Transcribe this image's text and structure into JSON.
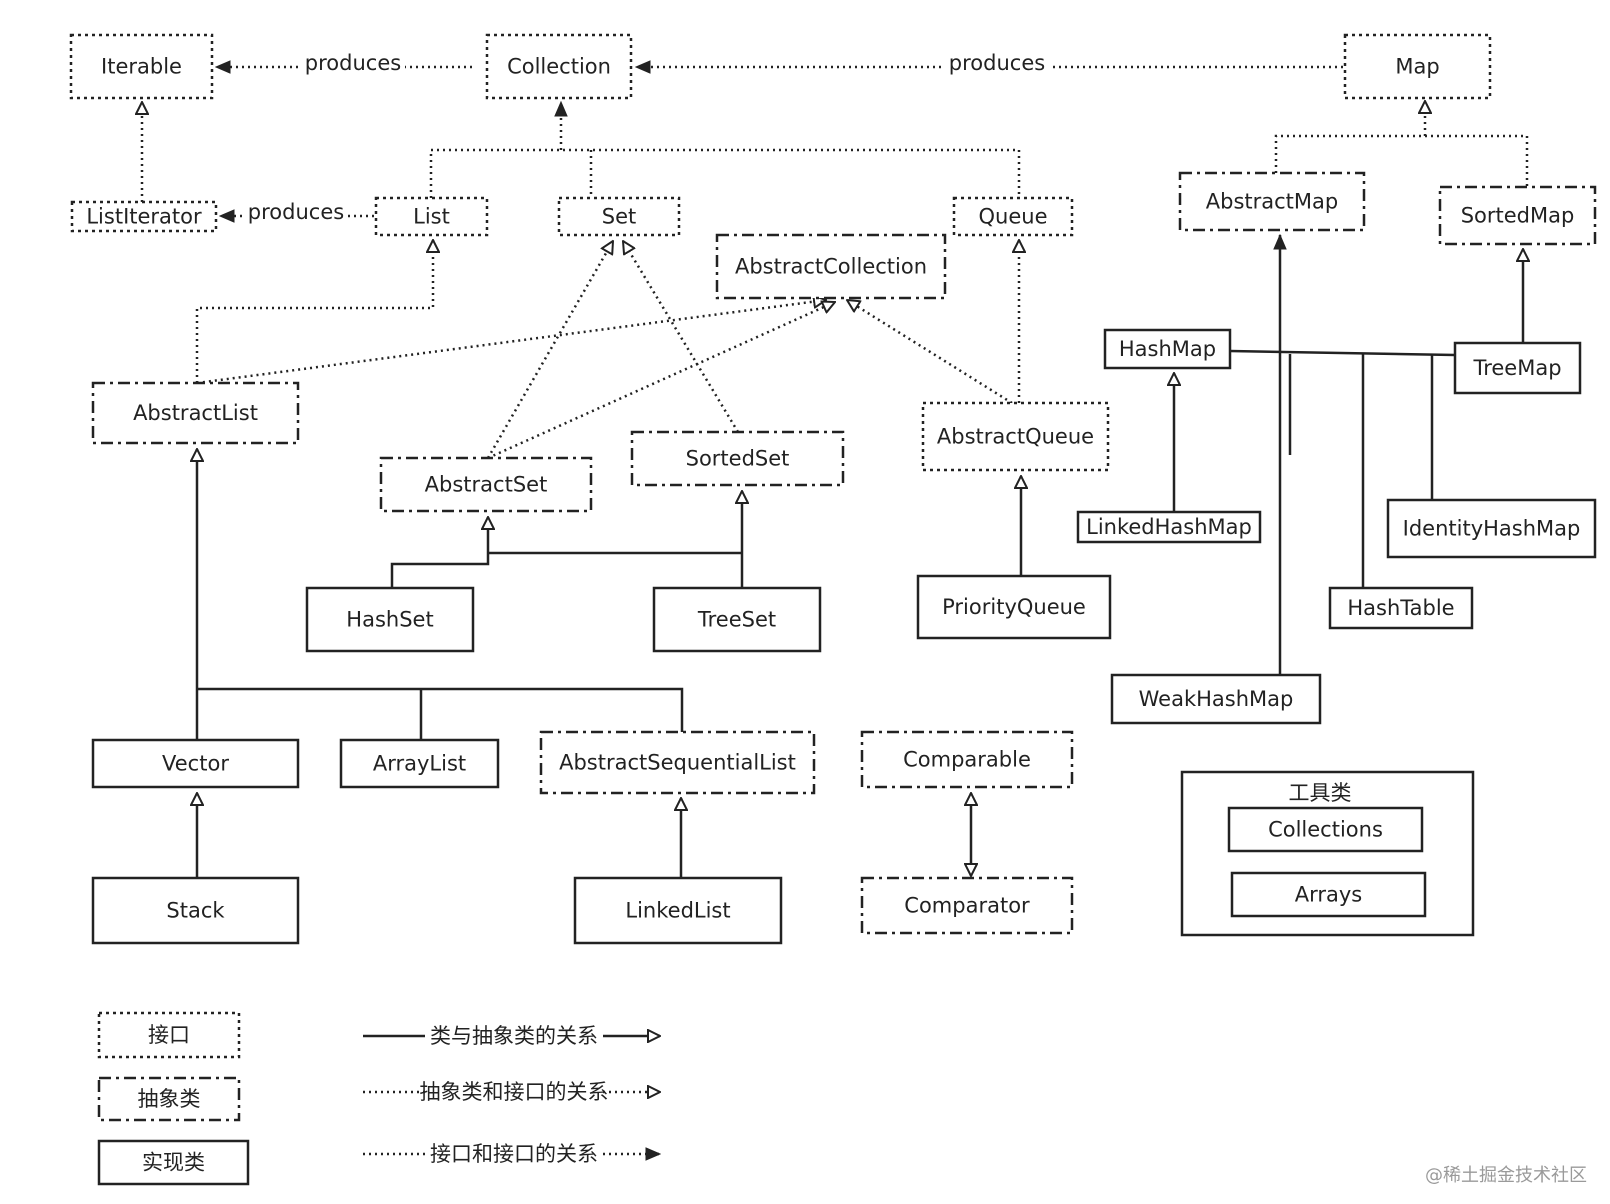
{
  "nodes": {
    "iterable": {
      "label": "Iterable",
      "kind": "interface"
    },
    "collection": {
      "label": "Collection",
      "kind": "interface"
    },
    "map": {
      "label": "Map",
      "kind": "interface"
    },
    "listiterator": {
      "label": "ListIterator",
      "kind": "interface"
    },
    "list": {
      "label": "List",
      "kind": "interface"
    },
    "set": {
      "label": "Set",
      "kind": "interface"
    },
    "queue": {
      "label": "Queue",
      "kind": "interface"
    },
    "abstractcollection": {
      "label": "AbstractCollection",
      "kind": "abstract"
    },
    "abstractmap": {
      "label": "AbstractMap",
      "kind": "abstract"
    },
    "sortedmap": {
      "label": "SortedMap",
      "kind": "abstract"
    },
    "hashmap": {
      "label": "HashMap",
      "kind": "class"
    },
    "treemap": {
      "label": "TreeMap",
      "kind": "class"
    },
    "abstractlist": {
      "label": "AbstractList",
      "kind": "abstract"
    },
    "abstractset": {
      "label": "AbstractSet",
      "kind": "abstract"
    },
    "sortedset": {
      "label": "SortedSet",
      "kind": "abstract"
    },
    "abstractqueue": {
      "label": "AbstractQueue",
      "kind": "interface"
    },
    "linkedhashmap": {
      "label": "LinkedHashMap",
      "kind": "class"
    },
    "identityhashmap": {
      "label": "IdentityHashMap",
      "kind": "class"
    },
    "hashset": {
      "label": "HashSet",
      "kind": "class"
    },
    "treeset": {
      "label": "TreeSet",
      "kind": "class"
    },
    "priorityqueue": {
      "label": "PriorityQueue",
      "kind": "class"
    },
    "hashtable": {
      "label": "HashTable",
      "kind": "class"
    },
    "weakhashmap": {
      "label": "WeakHashMap",
      "kind": "class"
    },
    "vector": {
      "label": "Vector",
      "kind": "class"
    },
    "arraylist": {
      "label": "ArrayList",
      "kind": "class"
    },
    "abstractsequentiallist": {
      "label": "AbstractSequentialList",
      "kind": "abstract"
    },
    "comparable": {
      "label": "Comparable",
      "kind": "abstract"
    },
    "comparator": {
      "label": "Comparator",
      "kind": "abstract"
    },
    "stack": {
      "label": "Stack",
      "kind": "class"
    },
    "linkedlist": {
      "label": "LinkedList",
      "kind": "class"
    }
  },
  "edge_labels": {
    "iterable_collection": "produces",
    "collection_map": "produces",
    "listiterator_list": "produces"
  },
  "tools": {
    "title": "工具类",
    "items": [
      "Collections",
      "Arrays"
    ]
  },
  "legend": {
    "interface": "接口",
    "abstract": "抽象类",
    "class": "实现类",
    "class_abstract_relation": "类与抽象类的关系",
    "abstract_interface_relation": "抽象类和接口的关系",
    "interface_interface_relation": "接口和接口的关系"
  },
  "watermark": "@稀土掘金技术社区",
  "colors": {
    "stroke": "#222222",
    "background": "#ffffff",
    "watermark": "#9a9a9a"
  }
}
